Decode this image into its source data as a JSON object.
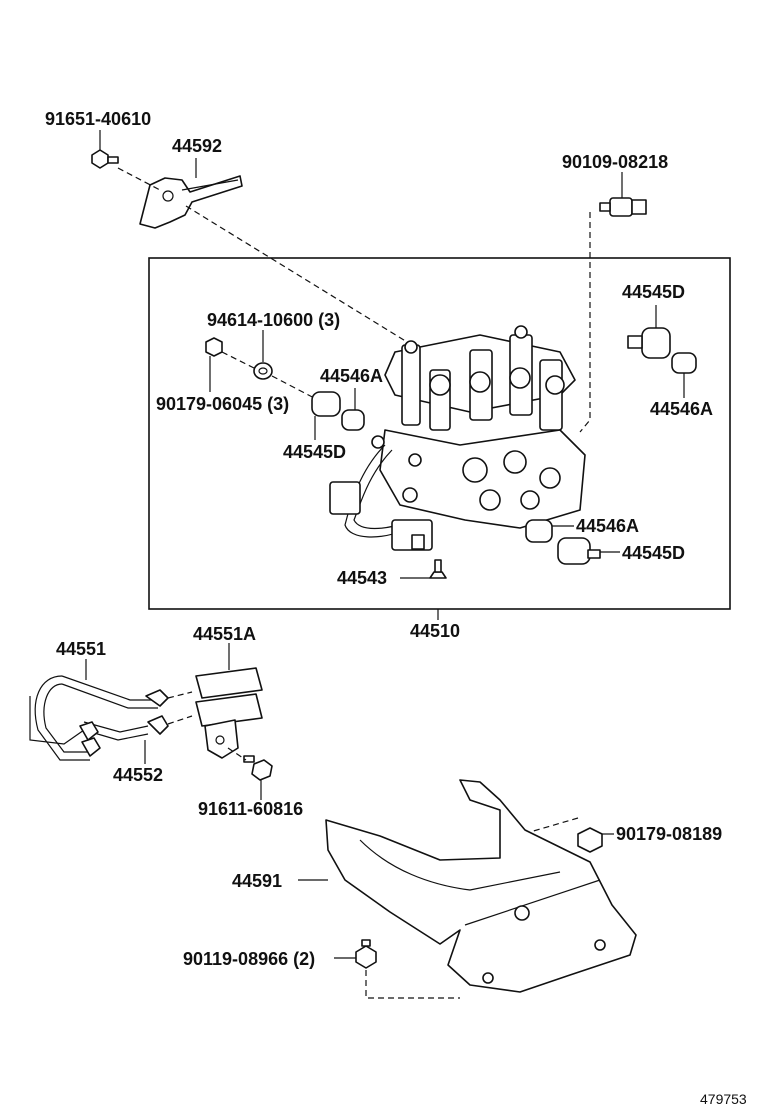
{
  "labels": {
    "p91651_40610": "91651-40610",
    "p44592": "44592",
    "p90109_08218": "90109-08218",
    "p94614_10600": "94614-10600 (3)",
    "p90179_06045": "90179-06045 (3)",
    "p44546A_left": "44546A",
    "p44545D_left": "44545D",
    "p44545D_right": "44545D",
    "p44546A_right": "44546A",
    "p44546A_low": "44546A",
    "p44545D_low": "44545D",
    "p44543": "44543",
    "p44510": "44510",
    "p44551": "44551",
    "p44551A": "44551A",
    "p44552": "44552",
    "p91611_60816": "91611-60816",
    "p90179_08189": "90179-08189",
    "p44591": "44591",
    "p90119_08966": "90119-08966 (2)",
    "diagram_id": "479753"
  }
}
